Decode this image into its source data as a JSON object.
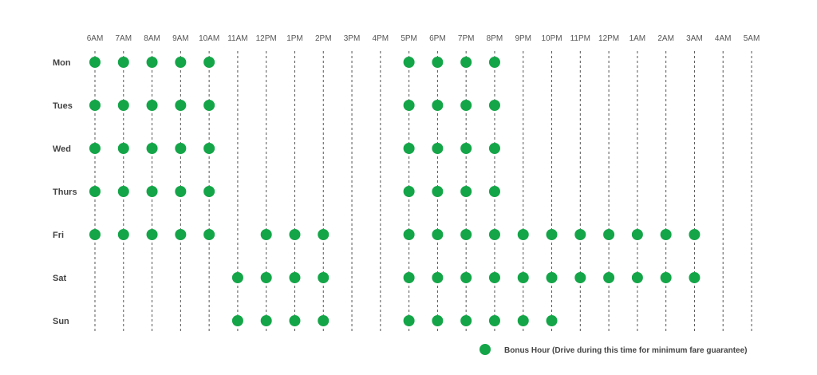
{
  "chart_data": {
    "type": "scatter",
    "hours": [
      "6AM",
      "7AM",
      "8AM",
      "9AM",
      "10AM",
      "11AM",
      "12PM",
      "1PM",
      "2PM",
      "3PM",
      "4PM",
      "5PM",
      "6PM",
      "7PM",
      "8PM",
      "9PM",
      "10PM",
      "11PM",
      "12PM",
      "1AM",
      "2AM",
      "3AM",
      "4AM",
      "5AM"
    ],
    "days": [
      "Mon",
      "Tues",
      "Wed",
      "Thurs",
      "Fri",
      "Sat",
      "Sun"
    ],
    "bonus_hours": {
      "Mon": [
        "6AM",
        "7AM",
        "8AM",
        "9AM",
        "10AM",
        "5PM",
        "6PM",
        "7PM",
        "8PM"
      ],
      "Tues": [
        "6AM",
        "7AM",
        "8AM",
        "9AM",
        "10AM",
        "5PM",
        "6PM",
        "7PM",
        "8PM"
      ],
      "Wed": [
        "6AM",
        "7AM",
        "8AM",
        "9AM",
        "10AM",
        "5PM",
        "6PM",
        "7PM",
        "8PM"
      ],
      "Thurs": [
        "6AM",
        "7AM",
        "8AM",
        "9AM",
        "10AM",
        "5PM",
        "6PM",
        "7PM",
        "8PM"
      ],
      "Fri": [
        "6AM",
        "7AM",
        "8AM",
        "9AM",
        "10AM",
        "12PM",
        "1PM",
        "2PM",
        "5PM",
        "6PM",
        "7PM",
        "8PM",
        "9PM",
        "10PM",
        "11PM",
        "12PM",
        "1AM",
        "2AM",
        "3AM"
      ],
      "Sat": [
        "11AM",
        "12PM",
        "1PM",
        "2PM",
        "5PM",
        "6PM",
        "7PM",
        "8PM",
        "9PM",
        "10PM",
        "11PM",
        "12PM",
        "1AM",
        "2AM",
        "3AM"
      ],
      "Sun": [
        "11AM",
        "12PM",
        "1PM",
        "2PM",
        "5PM",
        "6PM",
        "7PM",
        "8PM",
        "9PM",
        "10PM"
      ]
    },
    "legend": "Bonus Hour (Drive during this time for minimum fare guarantee)",
    "marker_color": "#14a548",
    "line_color": "#555555",
    "grid": true,
    "legend_position": "bottom-right"
  }
}
